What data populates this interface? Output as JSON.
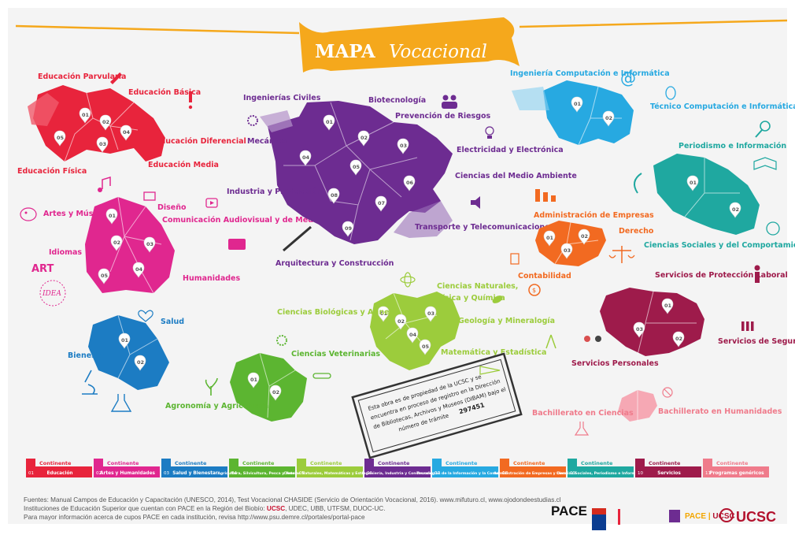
{
  "title": {
    "word1": "MAPA",
    "word2": "Vocacional"
  },
  "colors": {
    "red": "#e8243c",
    "pink": "#e0278f",
    "purple": "#6d2c91",
    "blue": "#1c7cc3",
    "green": "#5cb531",
    "lime": "#9ccc3c",
    "orange": "#f26a21",
    "teal": "#1fa8a0",
    "sky": "#27a9e1",
    "maroon": "#9e1b4b",
    "rose": "#ef7b8b",
    "banner": "#f5a81c"
  },
  "regions": {
    "educacion": {
      "labels": [
        "Educación Parvularia",
        "Educación Básica",
        "Educación Diferencial",
        "Educación Media",
        "Educación Física"
      ],
      "pins": [
        "01",
        "02",
        "03",
        "04",
        "05"
      ]
    },
    "artes": {
      "labels": [
        "Artes y Música",
        "Diseño",
        "Comunicación Audiovisual y de Medios",
        "Idiomas",
        "Humanidades"
      ],
      "pins": [
        "01",
        "02",
        "03",
        "04",
        "05"
      ],
      "doodles": [
        "ART",
        "IDEA"
      ]
    },
    "salud": {
      "labels": [
        "Salud",
        "Bienestar"
      ],
      "pins": [
        "01",
        "02"
      ]
    },
    "agricultura": {
      "labels": [
        "Ciencias Veterinarias",
        "Agronomía y Agricultura"
      ],
      "pins": [
        "01",
        "02"
      ]
    },
    "ingenieria": {
      "labels": [
        "Ingenierías Civiles",
        "Biotecnología",
        "Prevención de Riesgos",
        "Mecánica",
        "Electricidad y Electrónica",
        "Ciencias del Medio Ambiente",
        "Industria y Producción",
        "Transporte y Telecomunicaciones",
        "Arquitectura y Construcción"
      ],
      "pins": [
        "01",
        "02",
        "03",
        "04",
        "05",
        "06",
        "07",
        "08",
        "09"
      ]
    },
    "ciencias": {
      "labels": [
        "Ciencias Naturales,",
        "Física y Química",
        "Ciencias Biológicas y Afines",
        "Geología y Mineralogía",
        "Matemática y Estadística"
      ],
      "pins": [
        "01",
        "02",
        "03",
        "04",
        "05"
      ]
    },
    "computacion": {
      "labels": [
        "Ingeniería Computación e Informática",
        "Técnico Computación e Informática"
      ],
      "pins": [
        "01",
        "02"
      ]
    },
    "administracion": {
      "labels": [
        "Administración de Empresas",
        "Derecho",
        "Contabilidad"
      ],
      "pins": [
        "01",
        "02",
        "03"
      ]
    },
    "sociales": {
      "labels": [
        "Periodismo e Información",
        "Ciencias Sociales y del Comportamiento"
      ],
      "pins": [
        "01",
        "02"
      ]
    },
    "servicios": {
      "labels": [
        "Servicios de Protección Laboral",
        "Servicios de Seguridad",
        "Servicios Personales"
      ],
      "pins": [
        "01",
        "02",
        "03"
      ]
    },
    "genericos": {
      "labels": [
        "Bachillerato en Ciencias",
        "Bachillerato en Humanidades"
      ]
    }
  },
  "stamp": {
    "lines": [
      "Esta obra es de propiedad de la UCSC y se",
      "encuentra en proceso de registro en la Dirección",
      "de Bibliotecas, Archivos y Museos (DIBAM) bajo el",
      "número de trámite"
    ],
    "number": "297451"
  },
  "legend": {
    "heading": "Continente",
    "items": [
      {
        "num": "01",
        "label": "Educación",
        "color": "#e8243c"
      },
      {
        "num": "02",
        "label": "Artes y Humanidades",
        "color": "#e0278f"
      },
      {
        "num": "03",
        "label": "Salud y Bienestar",
        "color": "#1c7cc3"
      },
      {
        "num": "04",
        "label": "Agricultura, Silvicultura, Pesca y Veterinaria",
        "color": "#5cb531"
      },
      {
        "num": "05",
        "label": "Ciencias Naturales, Matemáticas y Estadística",
        "color": "#9ccc3c"
      },
      {
        "num": "06",
        "label": "Ingeniería, Industria y Construcción",
        "color": "#6d2c91"
      },
      {
        "num": "07",
        "label": "Tecnologías de la Información y la Comunicación",
        "color": "#27a9e1"
      },
      {
        "num": "08",
        "label": "Administración de Empresas y Derecho",
        "color": "#f26a21"
      },
      {
        "num": "09",
        "label": "Ciencias Sociales, Periodismo e Información",
        "color": "#1fa8a0"
      },
      {
        "num": "10",
        "label": "Servicios",
        "color": "#9e1b4b"
      },
      {
        "num": "11",
        "label": "Programas genéricos",
        "color": "#ef7b8b"
      }
    ]
  },
  "footer": {
    "line1": "Fuentes: Manual Campos de Educación y Capacitación (UNESCO, 2014), Test Vocacional CHASIDE (Servicio de Orientación Vocacional, 2016). www.mifuturo.cl, www.ojodondeestudias.cl",
    "line2_pre": "Instituciones de Educación Superior que cuentan con PACE en la Región del Biobío:",
    "line2_hl": "UCSC",
    "line2_post": ", UDEC, UBB, UTFSM, DUOC-UC.",
    "line3": "Para mayor información acerca de cupos PACE en cada institución, revisa http://www.psu.demre.cl/portales/portal-pace"
  },
  "logos": {
    "pace": "PACE",
    "pace_ucsc_1": "PACE",
    "pace_ucsc_2": "UCSC",
    "ucsc": "UCSC"
  }
}
